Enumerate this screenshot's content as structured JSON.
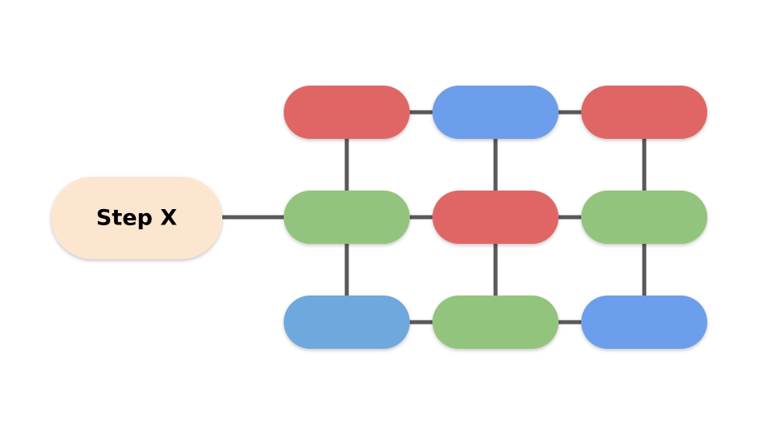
{
  "start_node": {
    "label": "Step X",
    "color": "#fce6d0"
  },
  "grid": {
    "rows": [
      [
        "red",
        "blue",
        "red"
      ],
      [
        "green",
        "red",
        "green"
      ],
      [
        "steel-blue",
        "green",
        "blue"
      ]
    ]
  },
  "colors": {
    "red": "#e06666",
    "blue": "#6d9eeb",
    "green": "#93c47d",
    "steel-blue": "#6fa8dc",
    "connector": "#595959"
  }
}
